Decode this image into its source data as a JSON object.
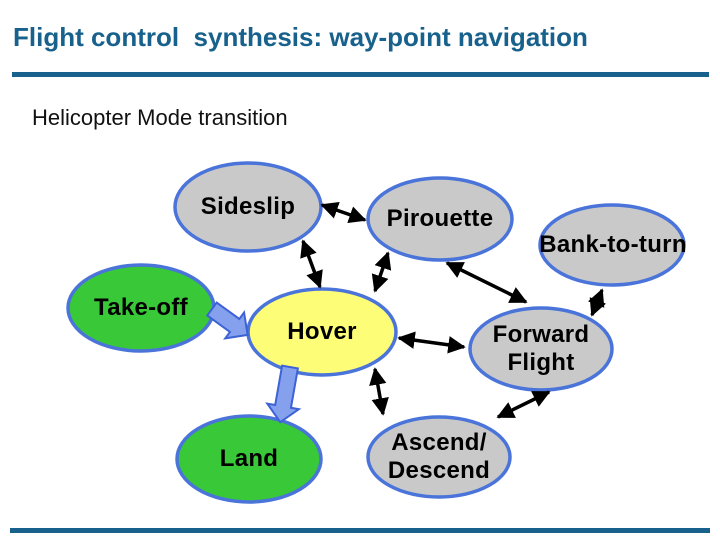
{
  "header": {
    "title": "Flight control  synthesis: way-point navigation",
    "subtitle": "Helicopter Mode transition"
  },
  "colors": {
    "accent_teal": "#17618c",
    "node_border_blue": "#4a74d9",
    "gray_fill": "#c9c9c9",
    "green_fill": "#38c838",
    "yellow_fill": "#fdfd78",
    "arrow_black": "#000000",
    "block_arrow_fill": "#85a1ee",
    "block_arrow_border": "#3c62d6"
  },
  "nodes": {
    "sideslip": {
      "label": "Sideslip",
      "fill": "#c9c9c9"
    },
    "pirouette": {
      "label": "Pirouette",
      "fill": "#c9c9c9"
    },
    "bank_to_turn": {
      "label": "Bank-to-turn",
      "fill": "#c9c9c9"
    },
    "take_off": {
      "label": "Take-off",
      "fill": "#38c838"
    },
    "hover": {
      "label": "Hover",
      "fill": "#fdfd78"
    },
    "forward_flight": {
      "label": "Forward\nFlight",
      "fill": "#c9c9c9"
    },
    "land": {
      "label": "Land",
      "fill": "#38c838"
    },
    "ascend_descend": {
      "label": "Ascend/\nDescend",
      "fill": "#c9c9c9"
    }
  },
  "edges": [
    {
      "from": "Sideslip",
      "to": "Pirouette",
      "style": "double-headed-arrow"
    },
    {
      "from": "Sideslip",
      "to": "Hover",
      "style": "double-headed-arrow"
    },
    {
      "from": "Pirouette",
      "to": "Hover",
      "style": "double-headed-arrow"
    },
    {
      "from": "Pirouette",
      "to": "Forward Flight",
      "style": "double-headed-arrow"
    },
    {
      "from": "Bank-to-turn",
      "to": "Forward Flight",
      "style": "double-headed-arrow"
    },
    {
      "from": "Hover",
      "to": "Forward Flight",
      "style": "double-headed-arrow"
    },
    {
      "from": "Hover",
      "to": "Ascend/Descend",
      "style": "double-headed-arrow"
    },
    {
      "from": "Forward Flight",
      "to": "Ascend/Descend",
      "style": "double-headed-arrow"
    },
    {
      "from": "Take-off",
      "to": "Hover",
      "style": "block-arrow"
    },
    {
      "from": "Hover",
      "to": "Land",
      "style": "block-arrow"
    }
  ]
}
